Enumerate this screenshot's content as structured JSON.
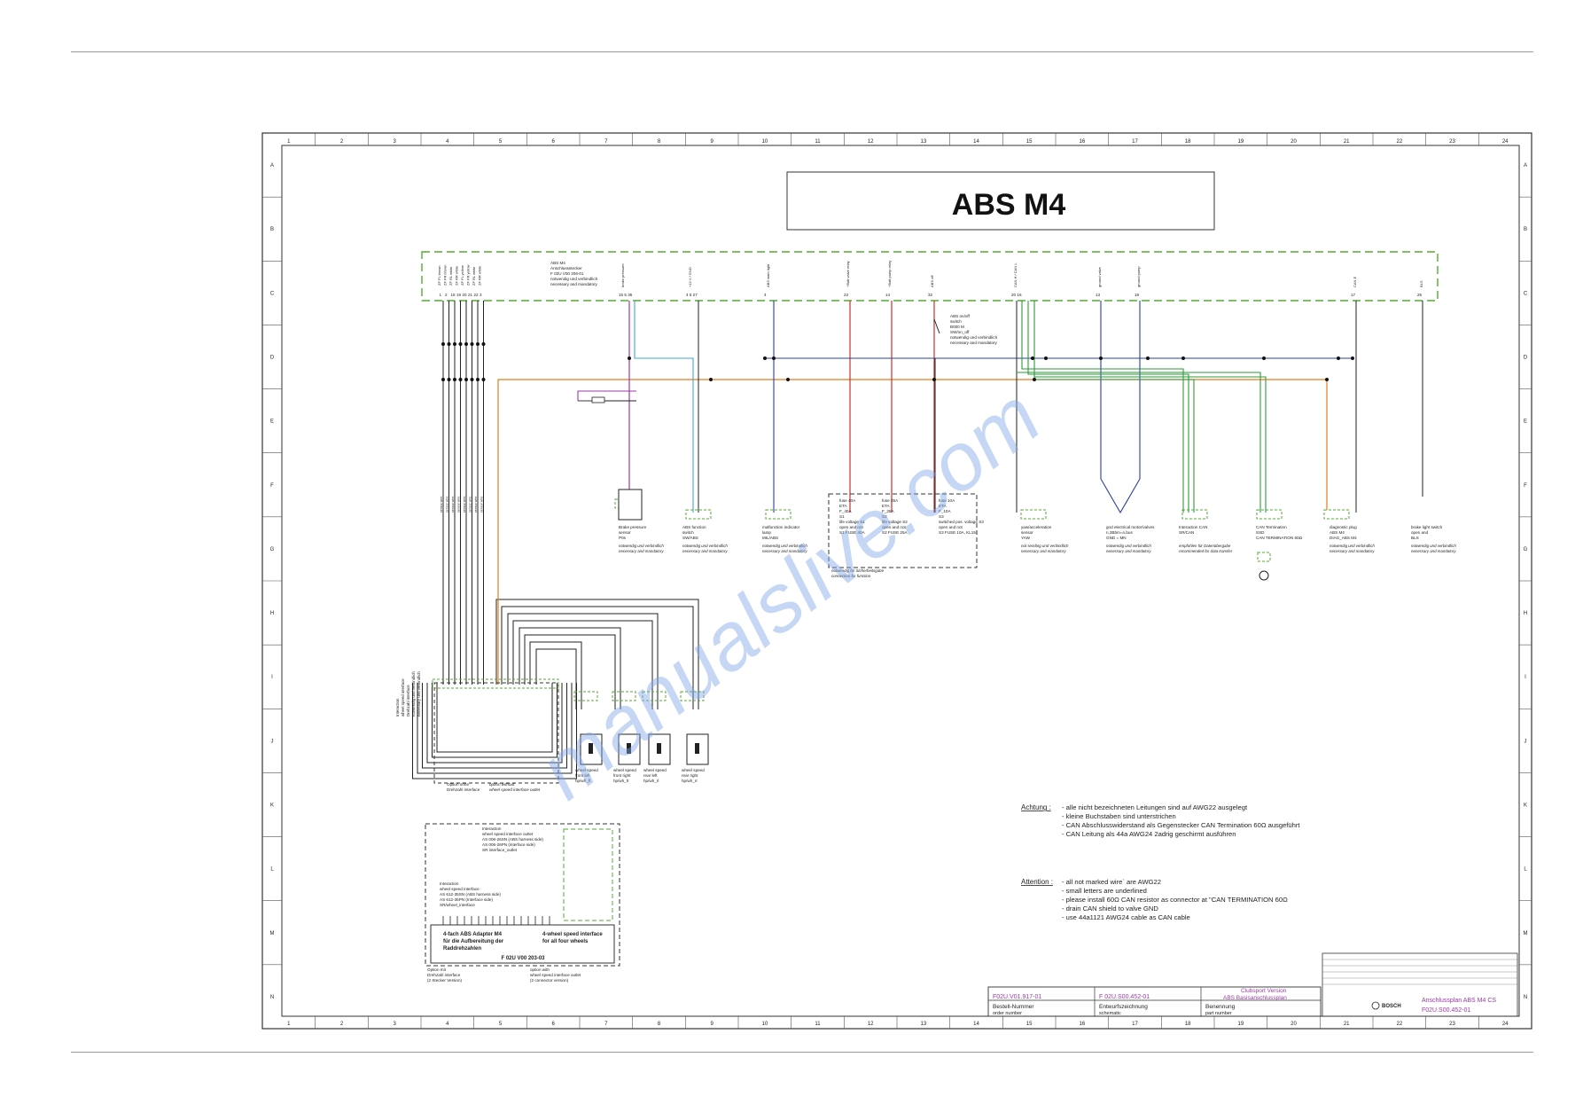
{
  "title": "ABS M4",
  "grid": {
    "columns": [
      "1",
      "2",
      "3",
      "4",
      "5",
      "6",
      "7",
      "8",
      "9",
      "10",
      "11",
      "12",
      "13",
      "14",
      "15",
      "16",
      "17",
      "18",
      "19",
      "20",
      "21",
      "22",
      "23",
      "24"
    ],
    "rows": [
      "A",
      "B",
      "C",
      "D",
      "E",
      "F",
      "G",
      "H",
      "I",
      "J",
      "K",
      "L",
      "M",
      "N"
    ]
  },
  "top_block": {
    "left_pin_labels": [
      "ZF FL brown",
      "ZF FR brown",
      "ZF RL white",
      "ZF RR white",
      "ZF FL yellow",
      "ZF FR yellow",
      "ZF RL white",
      "ZF RR white"
    ],
    "left_pin_numbers": [
      "1",
      "2",
      "18",
      "19",
      "20",
      "21",
      "22",
      "3"
    ],
    "connector_name": [
      "ABS M4",
      "Anschlussstecker",
      "F 02U V00 206-01",
      "notwendig und verbindlich",
      "necessary and mandatory"
    ],
    "pin_groups": [
      {
        "label": "brake pressure",
        "pins": "15 5 35"
      },
      {
        "label": "+12 V / GND",
        "pins": "4 5 27"
      },
      {
        "label": "ABS warn light",
        "pins": "4"
      },
      {
        "label": "+Batt valve relay",
        "pins": "23"
      },
      {
        "label": "+Batt pump relay",
        "pins": "14"
      },
      {
        "label": "ABS off",
        "pins": "32"
      },
      {
        "label": "CAN H / CAN L",
        "pins": "20 16"
      },
      {
        "label": "ground valve",
        "pins": "13"
      },
      {
        "label": "ground pump",
        "pins": "19"
      },
      {
        "label": "CAN E",
        "pins": "17"
      },
      {
        "label": "BLS",
        "pins": "25"
      }
    ]
  },
  "switch_label": [
    "ABS on/off",
    "switch",
    "B000 M",
    "SW/on_off",
    "notwendig und verbindlich",
    "necessary and mandatory"
  ],
  "components": [
    {
      "name": "brake pressure sensor",
      "lines": [
        "Brake pressure",
        "sensor",
        "P0s"
      ],
      "note": [
        "notwendig und verbindlich",
        "necessary and mandatory"
      ]
    },
    {
      "name": "abs function switch",
      "lines": [
        "ABS function",
        "switch",
        "SW/ABS"
      ],
      "note": [
        "notwendig und verbindlich",
        "necessary and mandatory"
      ]
    },
    {
      "name": "malfunction indicator lamp",
      "lines": [
        "malfunction indicator",
        "lamp",
        "MIL/ABS"
      ],
      "note": [
        "notwendig und verbindlich",
        "necessary and mandatory"
      ]
    },
    {
      "name": "fuse s1",
      "lines": [
        "fuse 40A",
        "ETA",
        "F_40A",
        "S1",
        "life voltage S1",
        "open and not",
        "S1 FUSE 40A"
      ]
    },
    {
      "name": "fuse s2",
      "lines": [
        "fuse 25A",
        "ETA",
        "F_25A",
        "S2",
        "life voltage S2",
        "open and not",
        "S2 FUSE 25A"
      ]
    },
    {
      "name": "fuse s3",
      "lines": [
        "fuse 10A",
        "ETA",
        "F_10A",
        "S3",
        "switched pos. voltage S3",
        "open and not",
        "S3 FUSE 10A, KL15"
      ]
    },
    {
      "name": "yaw acceleration sensor",
      "lines": [
        "yaw/acceleration",
        "sensor",
        "YAW"
      ],
      "note": [
        "not sending und verbindlich",
        "necessary and mandatory"
      ]
    },
    {
      "name": "ground points",
      "lines": [
        "gnd electrical motor/valves",
        "n.2Bbm=n.bus",
        "GND = MN"
      ],
      "note": [
        "notwendig und verbindlich",
        "necessary and mandatory"
      ]
    },
    {
      "name": "interaction can",
      "lines": [
        "Interaction CAN",
        "SR/CAN"
      ],
      "note": [
        "empfohlen für Datenübergabe",
        "recommended for data transfer"
      ]
    },
    {
      "name": "can termination",
      "lines": [
        "CAN Termination",
        "SSD",
        "CAN TERMINATION 60Ω"
      ]
    },
    {
      "name": "diagnostic",
      "lines": [
        "diagnostic plug",
        "ABS M4",
        "DIAG_ABS M4"
      ],
      "note": [
        "notwendig und verbindlich",
        "necessary and mandatory"
      ]
    },
    {
      "name": "brake light switch",
      "lines": [
        "brake light switch",
        "open and",
        "BLS"
      ],
      "note": [
        "notwendig und verbindlich",
        "necessary and mandatory"
      ]
    }
  ],
  "fuse_box_note": [
    "notwendig für Sicherheitsgabe",
    "connection for function"
  ],
  "wheel_sensors": [
    {
      "lines": [
        "wheel speed",
        "front left",
        "hp/wh_fl"
      ]
    },
    {
      "lines": [
        "wheel speed",
        "front right",
        "hp/wh_fr"
      ]
    },
    {
      "lines": [
        "wheel speed",
        "rear left",
        "hp/wh_rl"
      ]
    },
    {
      "lines": [
        "wheel speed",
        "rear right",
        "hp/wh_rr"
      ]
    }
  ],
  "interface_labels": {
    "vertical": [
      "Interaction",
      "wheel speed interface",
      "Drehzahl interface",
      "notwendig und verbindlich",
      "necessary und verbindlich"
    ],
    "option_left": [
      "Option ohne",
      "Drehzahl interface"
    ],
    "option_right": [
      "option without",
      "wheel speed interface outlet"
    ]
  },
  "adapter_box": {
    "interaction_top": [
      "Interaction",
      "wheel speed interface outlet",
      "AS 006-26SN (ABS harness side)",
      "AS 006-26PN (interface side)",
      "SR interface_outlet"
    ],
    "interaction_mid": [
      "Interaction",
      "wheel speed interface",
      "AS 612-35SN (ABS harness side)",
      "AS 612-35PN (Interface side)",
      "SR/wheel_interface"
    ],
    "title_de": [
      "4-fach ABS Adapter M4",
      "für die Aufbereitung der",
      "Raddrehzahlen"
    ],
    "title_en": [
      "4-wheel speed interface",
      "for all four wheels"
    ],
    "part_number": "F 02U V00 203-03",
    "option_left": [
      "Option mit",
      "Drehzahl interface",
      "(2 Stecker Version)"
    ],
    "option_right": [
      "option with",
      "wheel speed interface outlet",
      "(2 connector version)"
    ]
  },
  "notes_de": {
    "label": "Achtung :",
    "lines": [
      "- alle nicht bezeichneten Leitungen sind auf AWG22 ausgelegt",
      "- kleine Buchstaben sind unterstrichen",
      "- CAN Abschlusswiderstand  als Gegenstecker CAN Termination 60Ω ausgeführt",
      "- CAN Leitung als 44a AWG24  2adrig geschirmt ausführen"
    ]
  },
  "notes_en": {
    "label": "Attention :",
    "lines": [
      "- all not marked wire` are AWG22",
      "- small letters are underlined",
      "- please install 60Ω CAN resistor as connector at \"CAN TERMINATION 60Ω",
      "- drain CAN shield to valve GND",
      "- use 44a1121 AWG24  cable as CAN cable"
    ]
  },
  "title_block": {
    "order_number": "F02U.V01.917-01",
    "order_label_de": "Bestell-Nummer",
    "order_label_en": "order number",
    "schematic_number": "F 02U.S00.452-01",
    "schematic_label_de": "Entwurfszeichnung",
    "schematic_label_en": "schematic",
    "name_1": "Clubsport Version",
    "name_2": "ABS Basisanschlussplan",
    "name_label_de": "Benennung",
    "name_label_en": "part number",
    "brand": "BOSCH",
    "doc_title": "Anschlussplan ABS M4 CS",
    "doc_number": "F02U.S00.452-01"
  },
  "watermark": "manualslive.com",
  "colors": {
    "green_dash": "#55aa33",
    "orange": "#e07b20",
    "red": "#cc3030",
    "blue": "#2b3fa0",
    "cyan": "#40a8c8",
    "purple": "#9b3aa8",
    "green": "#2e9a3a",
    "watermark": "#7fa7e6"
  }
}
